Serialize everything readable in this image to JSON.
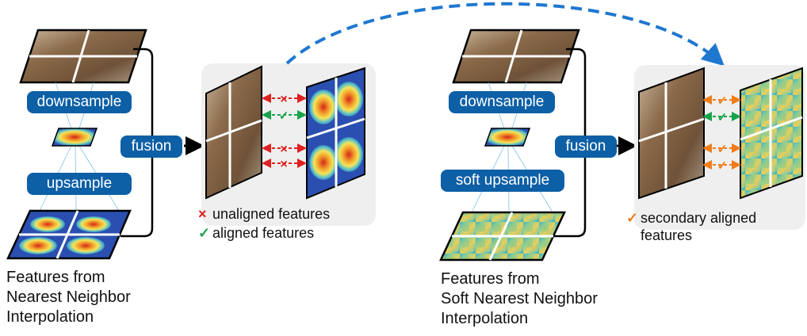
{
  "left_panel": {
    "downsample_label": "downsample",
    "upsample_label": "upsample",
    "fusion_label": "fusion",
    "caption_lines": [
      "Features from",
      "Nearest Neighbor",
      "Interpolation"
    ],
    "legend": {
      "unaligned_symbol": "×",
      "unaligned_label": "unaligned features",
      "aligned_symbol": "✓",
      "aligned_label": "aligned features"
    }
  },
  "right_panel": {
    "downsample_label": "downsample",
    "upsample_label": "soft upsample",
    "fusion_label": "fusion",
    "caption_lines": [
      "Features from",
      "Soft Nearest Neighbor",
      "Interpolation"
    ],
    "legend": {
      "secondary_symbol": "✓",
      "secondary_label_lines": [
        "secondary aligned",
        "features"
      ]
    }
  },
  "colors": {
    "pill_blue": "#0d5fa6",
    "arc_blue": "#1f77d0",
    "unaligned_red": "#e02020",
    "aligned_green": "#1aa34a",
    "secondary_orange": "#f07d1a",
    "panel_gray": "#efefef"
  }
}
